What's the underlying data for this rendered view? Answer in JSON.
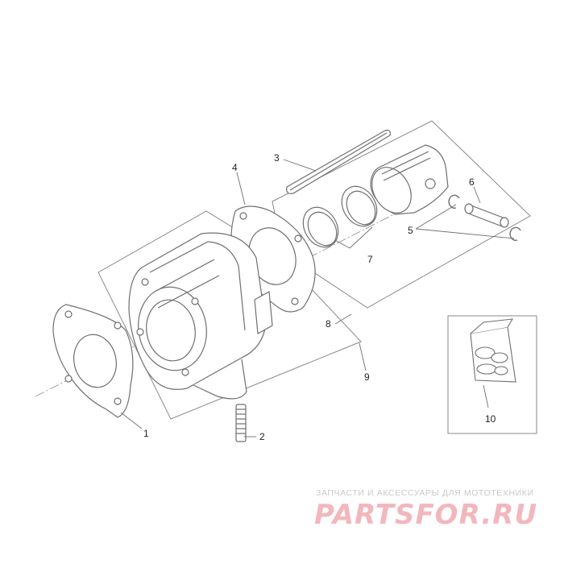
{
  "callouts": [
    {
      "id": "1",
      "text": "1"
    },
    {
      "id": "2",
      "text": "2"
    },
    {
      "id": "3",
      "text": "3"
    },
    {
      "id": "4",
      "text": "4"
    },
    {
      "id": "5",
      "text": "5"
    },
    {
      "id": "6",
      "text": "6"
    },
    {
      "id": "7",
      "text": "7"
    },
    {
      "id": "8",
      "text": "8"
    },
    {
      "id": "9",
      "text": "9"
    },
    {
      "id": "10",
      "text": "10"
    }
  ],
  "watermark": {
    "tagline": "ЗАПЧАСТИ И АКСЕССУАРЫ ДЛЯ МОТОТЕХНИКИ",
    "logo_text": "PARTSFOR.RU",
    "color": "#f2b7bd"
  },
  "colors": {
    "line": "#6f6f6f",
    "frame": "#8a8a8a",
    "background": "#ffffff"
  }
}
